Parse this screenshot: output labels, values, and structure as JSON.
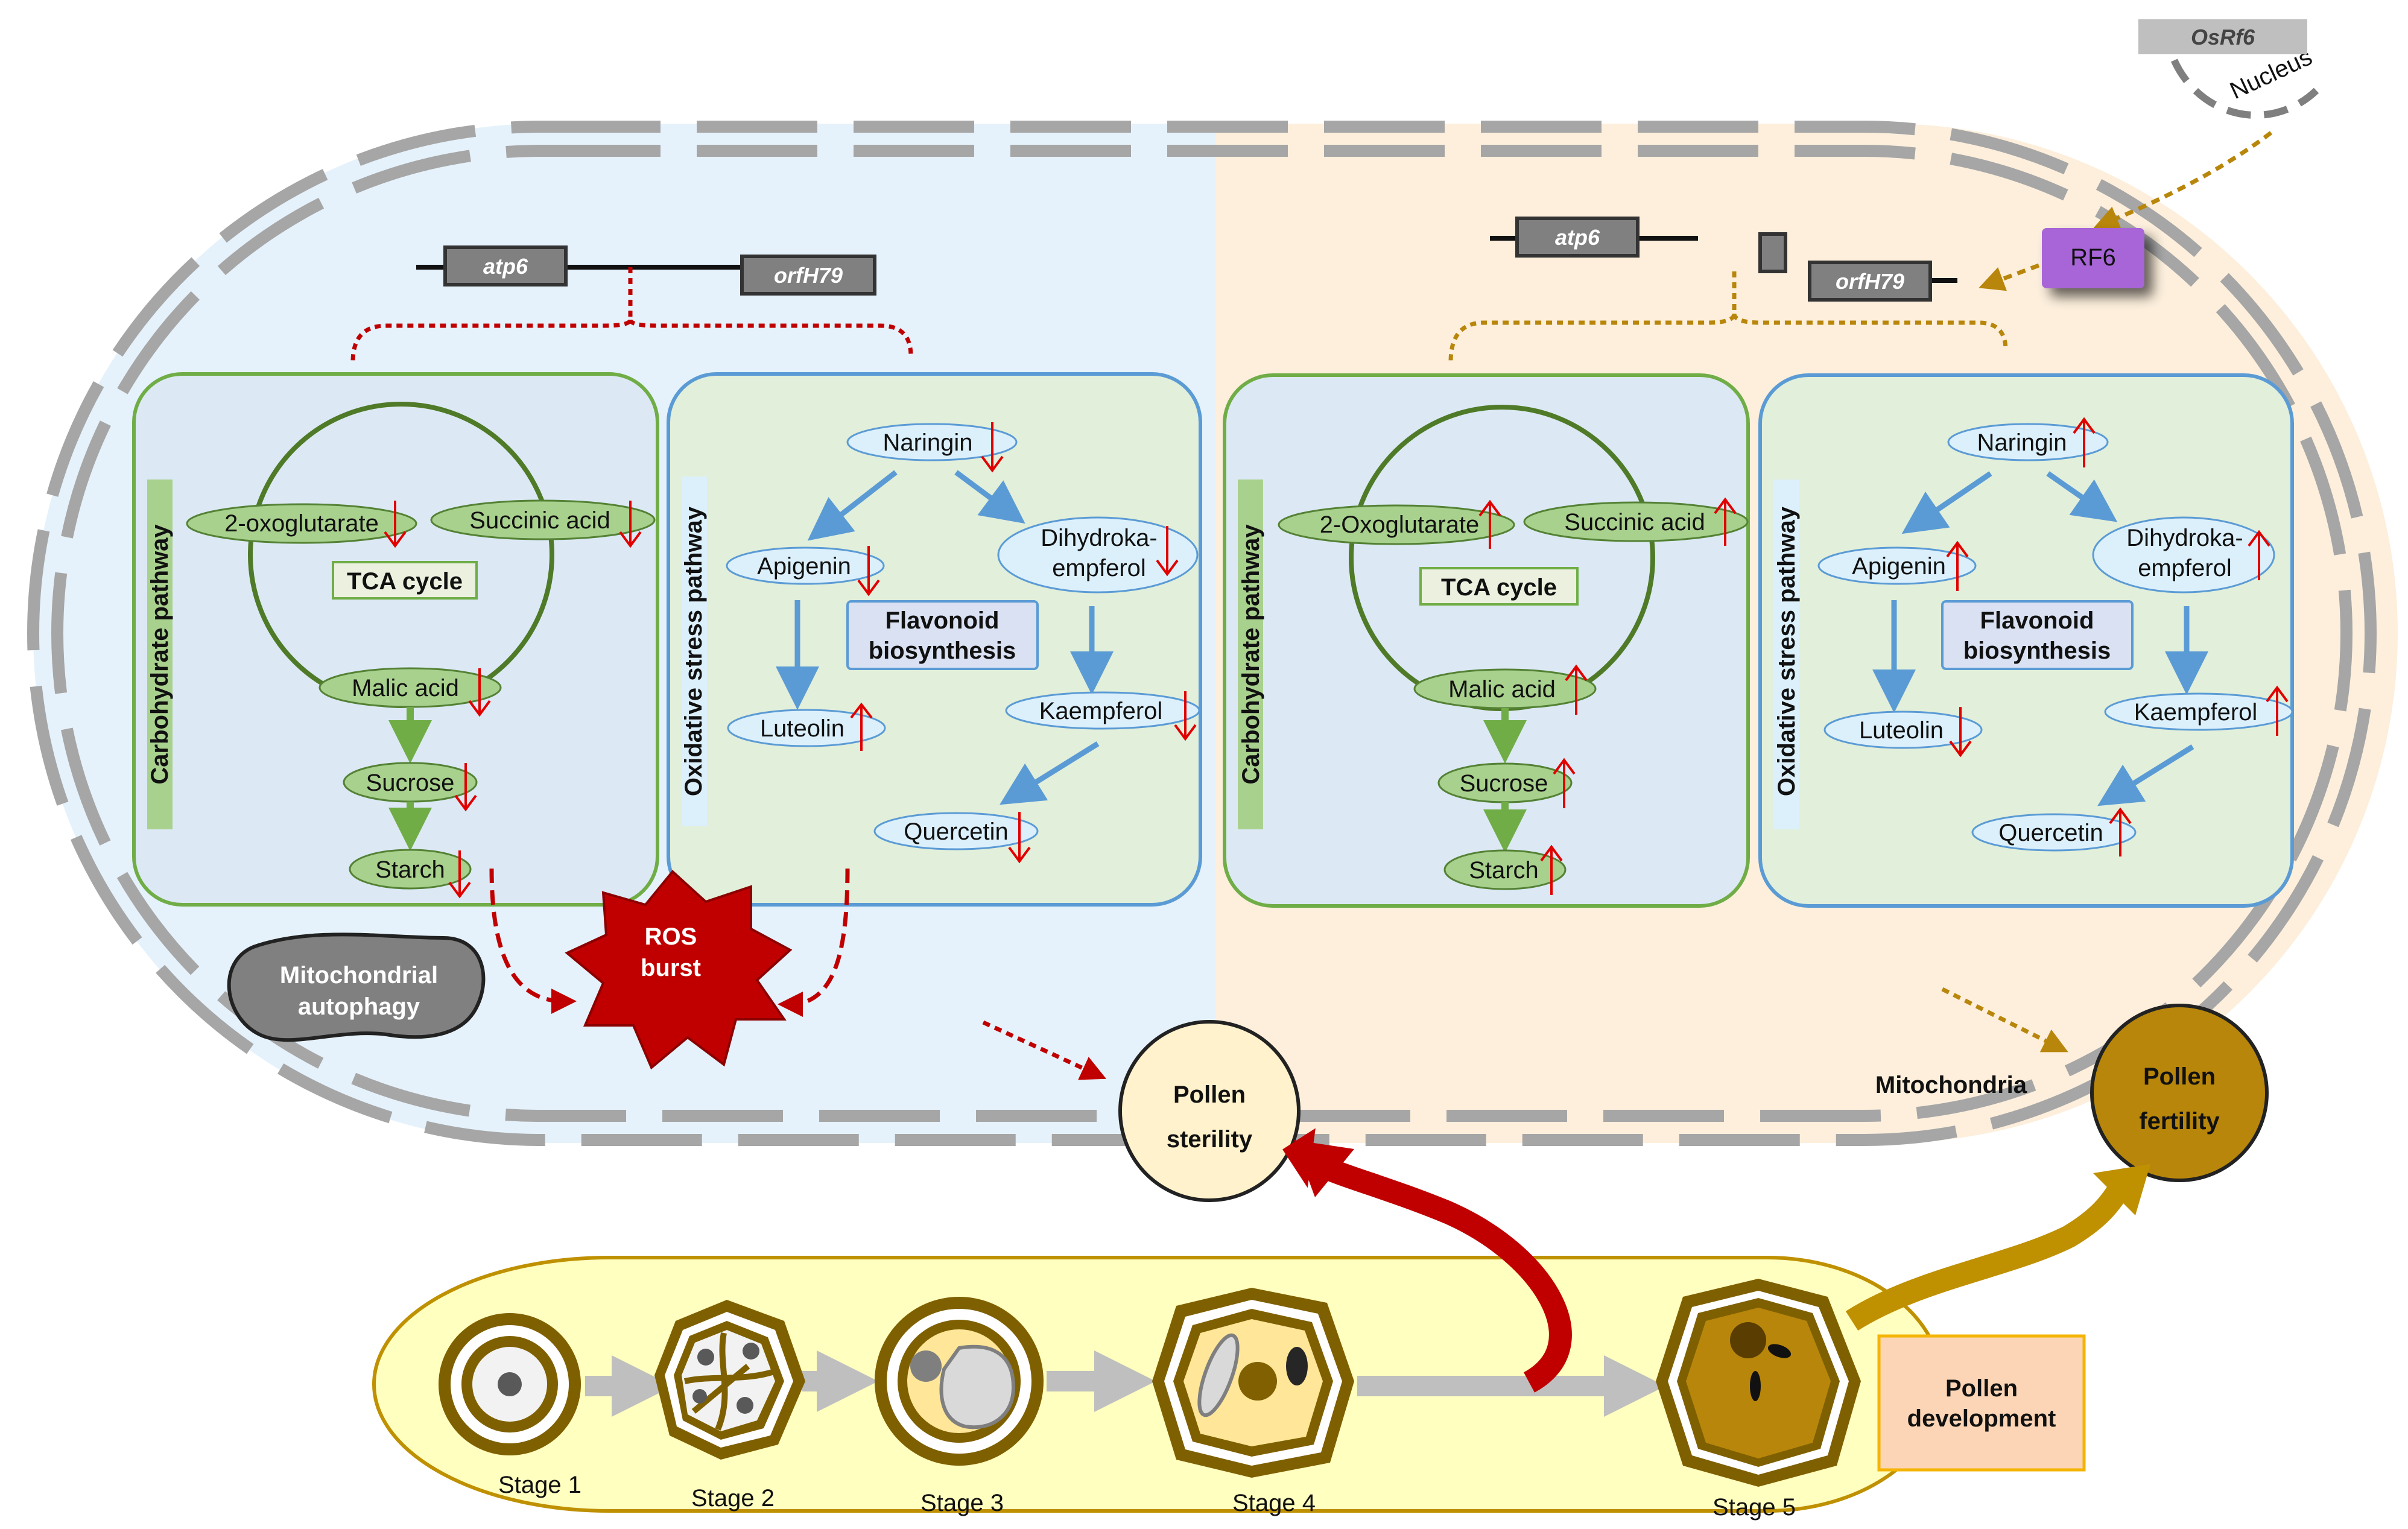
{
  "genes": {
    "atp6": "atp6",
    "orfH79": "orfH79",
    "osrf6": "OsRf6"
  },
  "nucleus": "Nucleus",
  "rf6": "RF6",
  "pathways": {
    "carbohydrate": "Carbohydrate  pathway",
    "oxidative": "Oxidative stress pathway"
  },
  "cycle": {
    "tca": "TCA cycle"
  },
  "flavonoid": {
    "line1": "Flavonoid",
    "line2": "biosynthesis"
  },
  "left": {
    "metabolites": {
      "oxoglutarate": "2-oxoglutarate",
      "succinic": "Succinic acid",
      "malic": "Malic acid",
      "sucrose": "Sucrose",
      "starch": "Starch"
    },
    "flavonoids": {
      "naringin": "Naringin",
      "apigenin": "Apigenin",
      "dihydro1": "Dihydroka-",
      "dihydro2": "empferol",
      "luteolin": "Luteolin",
      "kaempferol": "Kaempferol",
      "quercetin": "Quercetin"
    }
  },
  "right": {
    "metabolites": {
      "oxoglutarate": "2-Oxoglutarate",
      "succinic": "Succinic acid",
      "malic": "Malic acid",
      "sucrose": "Sucrose",
      "starch": "Starch"
    },
    "flavonoids": {
      "naringin": "Naringin",
      "apigenin": "Apigenin",
      "dihydro1": "Dihydroka-",
      "dihydro2": "empferol",
      "luteolin": "Luteolin",
      "kaempferol": "Kaempferol",
      "quercetin": "Quercetin"
    }
  },
  "autophagy": {
    "line1": "Mitochondrial",
    "line2": "autophagy"
  },
  "ros": {
    "line1": "ROS",
    "line2": "burst"
  },
  "mitochondria": "Mitochondria",
  "sterility": {
    "line1": "Pollen",
    "line2": "sterility"
  },
  "fertility": {
    "line1": "Pollen",
    "line2": "fertility"
  },
  "development": {
    "line1": "Pollen",
    "line2": "development"
  },
  "stages": [
    "Stage 1",
    "Stage 2",
    "Stage 3",
    "Stage 4",
    "Stage 5"
  ],
  "colors": {
    "left_bg": "#e5f2fb",
    "right_bg": "#fdefdc",
    "metabolite_fill": "#a9d18e",
    "flavonoid_fill": "#dcf0fc",
    "down_arrow": "#e00000",
    "ros": "#c00000",
    "fertility": "#b8860b",
    "rf6": "#a765d8"
  }
}
